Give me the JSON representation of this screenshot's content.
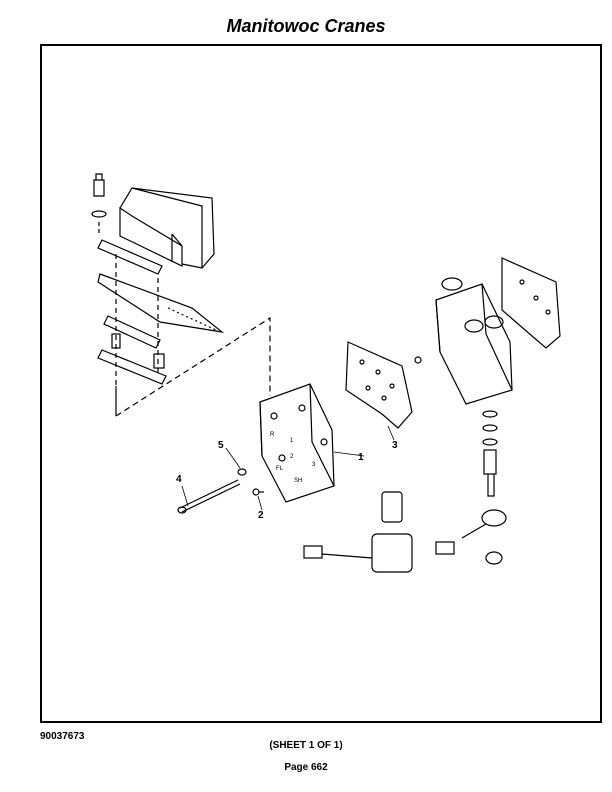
{
  "header": {
    "title": "Manitowoc Cranes"
  },
  "diagram": {
    "callouts": [
      "1",
      "2",
      "3",
      "4",
      "5"
    ],
    "plate_marks": [
      "R",
      "1",
      "2",
      "3",
      "FL",
      "SH"
    ]
  },
  "footer": {
    "document_number": "90037673",
    "sheet": "(SHEET 1 OF 1)",
    "page": "Page 662"
  }
}
